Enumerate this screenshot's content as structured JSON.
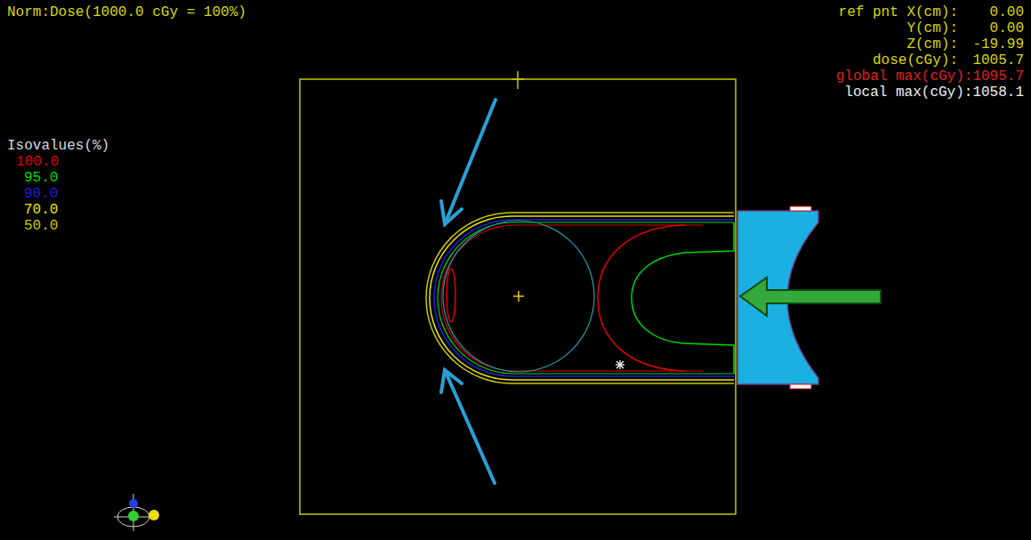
{
  "diagram": {
    "labels": [
      "Norm:Dose(1000.0 cGy = 100%)",
      "ref pnt X(cm):",
      "0.00",
      "Y(cm):",
      "0.00",
      "Z(cm):",
      "-19.99",
      "dose(cGy):",
      "1005.7",
      "global max(cGy):1095.7",
      "local max(cGy):1058.1",
      "Isovalues(%)"
    ],
    "legend": [
      {
        "text": "100.0",
        "color": "#e00000"
      },
      {
        "text": "95.0",
        "color": "#00d800"
      },
      {
        "text": "90.0",
        "color": "#2020d8"
      },
      {
        "text": "70.0",
        "color": "#e8e800"
      },
      {
        "text": "50.0",
        "color": "#c8c800"
      }
    ]
  }
}
